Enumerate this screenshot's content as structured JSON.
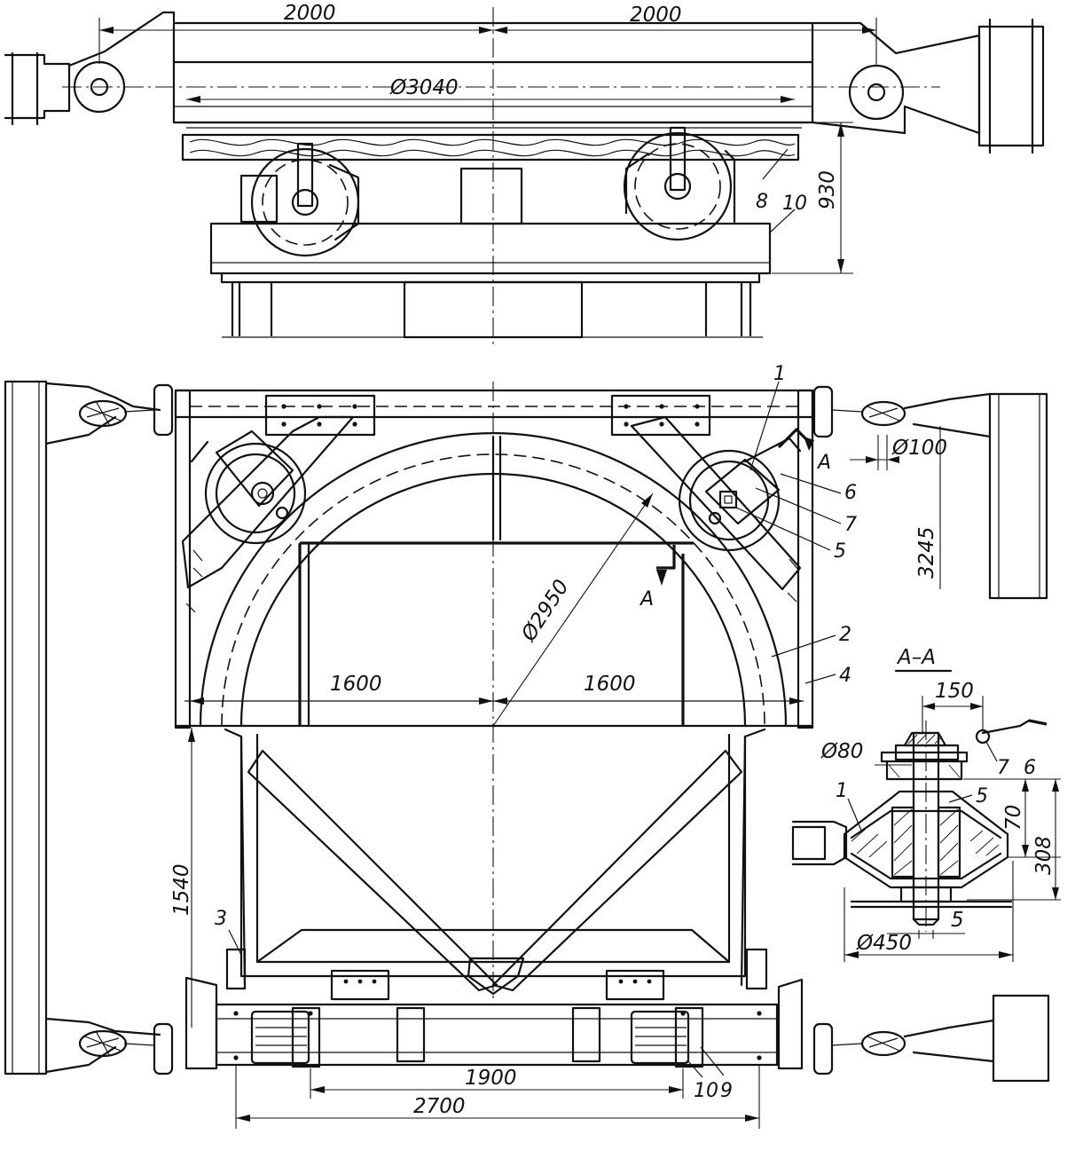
{
  "drawing": {
    "dimensions": {
      "top_left_half": "2000",
      "top_right_half": "2000",
      "diameter_top": "Ø3040",
      "height_930": "930",
      "diameter_plan": "Ø2950",
      "plan_left_half": "1600",
      "plan_right_half": "1600",
      "vertical_1540": "1540",
      "vertical_3245": "3245",
      "diameter_100": "Ø100",
      "bottom_1900": "1900",
      "bottom_2700": "2700"
    },
    "section": {
      "title": "A–A",
      "width_150": "150",
      "diameter_80": "Ø80",
      "height_70": "70",
      "height_308": "308",
      "gap_5": "5",
      "diameter_450": "Ø450"
    },
    "section_marks": {
      "mark_a_upper": "A",
      "mark_a_lower": "A"
    },
    "callouts": {
      "c1": "1",
      "c2": "2",
      "c3": "3",
      "c4": "4",
      "c5": "5",
      "c6": "6",
      "c7": "7",
      "c8": "8",
      "c9": "9",
      "c10_top": "10",
      "c10_bottom": "10",
      "s_c1": "1",
      "s_c5": "5",
      "s_c6": "6",
      "s_c7": "7"
    }
  }
}
